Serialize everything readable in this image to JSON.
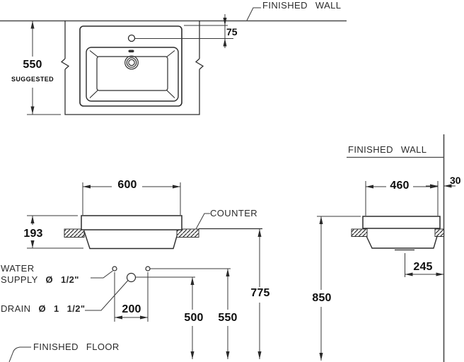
{
  "drawing": {
    "labels": {
      "finished_wall_top": "FINISHED WALL",
      "finished_wall_side": "FINISHED WALL",
      "counter": "COUNTER",
      "finished_floor": "FINISHED FLOOR",
      "suggested": "SUGGESTED",
      "water_supply_line1": "WATER",
      "water_supply_line2": "SUPPLY ",
      "water_supply_size": "Ø 1/2\"",
      "drain_name": "DRAIN ",
      "drain_size": "Ø 1 1/2\""
    },
    "dimensions": {
      "plan_counter_depth": "550",
      "plan_faucet_offset": "75",
      "front_width": "600",
      "front_basin_depth": "193",
      "front_supply_spacing": "200",
      "front_drain_height": "500",
      "front_supply_height": "550",
      "front_counter_height": "775",
      "side_depth": "460",
      "side_wall_gap": "30",
      "side_drain_offset": "245",
      "side_rim_height": "850"
    },
    "colors": {
      "background": "#ffffff",
      "line": "#3a3a3a",
      "text": "#0d0d0d"
    }
  }
}
